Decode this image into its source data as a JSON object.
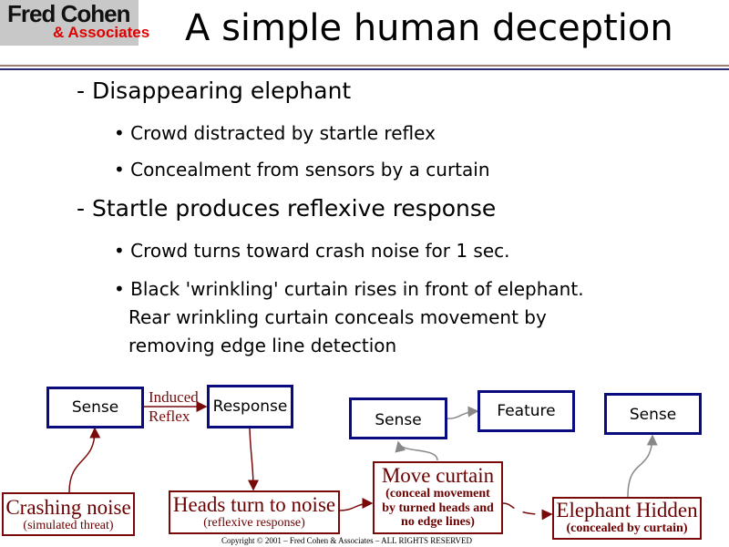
{
  "logo": {
    "name": "Fred Cohen",
    "sub": "& Associates"
  },
  "title": "A simple human deception",
  "bullets": [
    {
      "level": 1,
      "marker": "-",
      "text": "Disappearing elephant"
    },
    {
      "level": 2,
      "marker": "•",
      "text": "Crowd distracted by startle reflex"
    },
    {
      "level": 2,
      "marker": "•",
      "text": "Concealment from sensors by a curtain"
    },
    {
      "level": 1,
      "marker": "-",
      "text": "Startle produces reflexive response"
    },
    {
      "level": 2,
      "marker": "•",
      "text": "Crowd turns toward crash noise for 1 sec."
    },
    {
      "level": 2,
      "marker": "•",
      "text": "Black 'wrinkling' curtain rises in front of elephant."
    },
    {
      "level": 3,
      "text": "Rear wrinkling curtain conceals movement by"
    },
    {
      "level": 3,
      "text": "removing edge line detection"
    }
  ],
  "diagram": {
    "sense1": "Sense",
    "induced": "Induced",
    "reflex": "Reflex",
    "response": "Response",
    "sense2": "Sense",
    "feature": "Feature",
    "sense3": "Sense",
    "crashing": {
      "title": "Crashing noise",
      "sub": "(simulated threat)"
    },
    "heads": {
      "title": "Heads turn to noise",
      "sub": "(reflexive response)"
    },
    "curtain": {
      "title": "Move curtain",
      "sub1": "(conceal movement",
      "sub2": "by turned heads and",
      "sub3": "no edge lines)"
    },
    "hidden": {
      "title": "Elephant Hidden",
      "sub": "(concealed by curtain)"
    }
  },
  "copyright": "Copyright © 2001 – Fred Cohen & Associates – ALL RIGHTS RESERVED"
}
